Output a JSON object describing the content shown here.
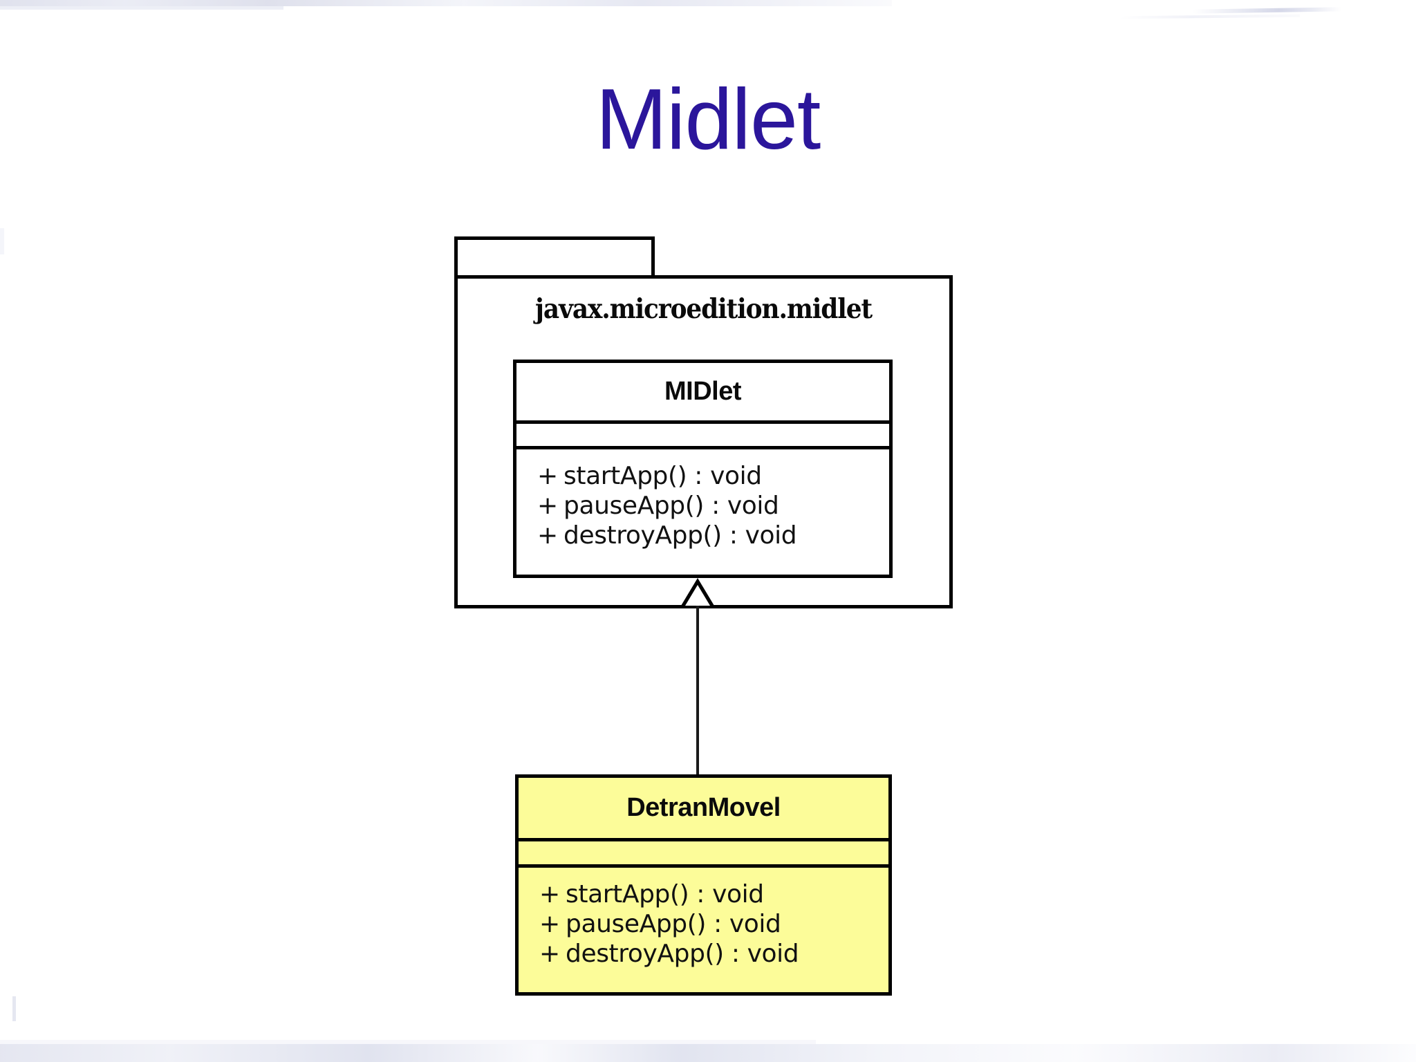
{
  "slide": {
    "title": "Midlet",
    "title_color": "#2B169B",
    "background_color": "#FFFFFF"
  },
  "diagram": {
    "type": "uml-class-diagram",
    "package": {
      "name": "javax.microedition.midlet",
      "fill_color": "#FFFFFF",
      "border_color": "#000000"
    },
    "classes": [
      {
        "id": "midlet",
        "name": "MIDlet",
        "fill_color": "#FFFFFF",
        "attributes": [],
        "methods": [
          {
            "visibility": "+",
            "signature": "startApp() : void"
          },
          {
            "visibility": "+",
            "signature": "pauseApp() : void"
          },
          {
            "visibility": "+",
            "signature": "destroyApp() : void"
          }
        ]
      },
      {
        "id": "detranmovel",
        "name": "DetranMovel",
        "fill_color": "#FCFC99",
        "attributes": [],
        "methods": [
          {
            "visibility": "+",
            "signature": "startApp() : void"
          },
          {
            "visibility": "+",
            "signature": "pauseApp() : void"
          },
          {
            "visibility": "+",
            "signature": "destroyApp() : void"
          }
        ]
      }
    ],
    "relationships": [
      {
        "kind": "generalization",
        "from": "DetranMovel",
        "to": "MIDlet",
        "arrow": "hollow-triangle"
      }
    ]
  }
}
